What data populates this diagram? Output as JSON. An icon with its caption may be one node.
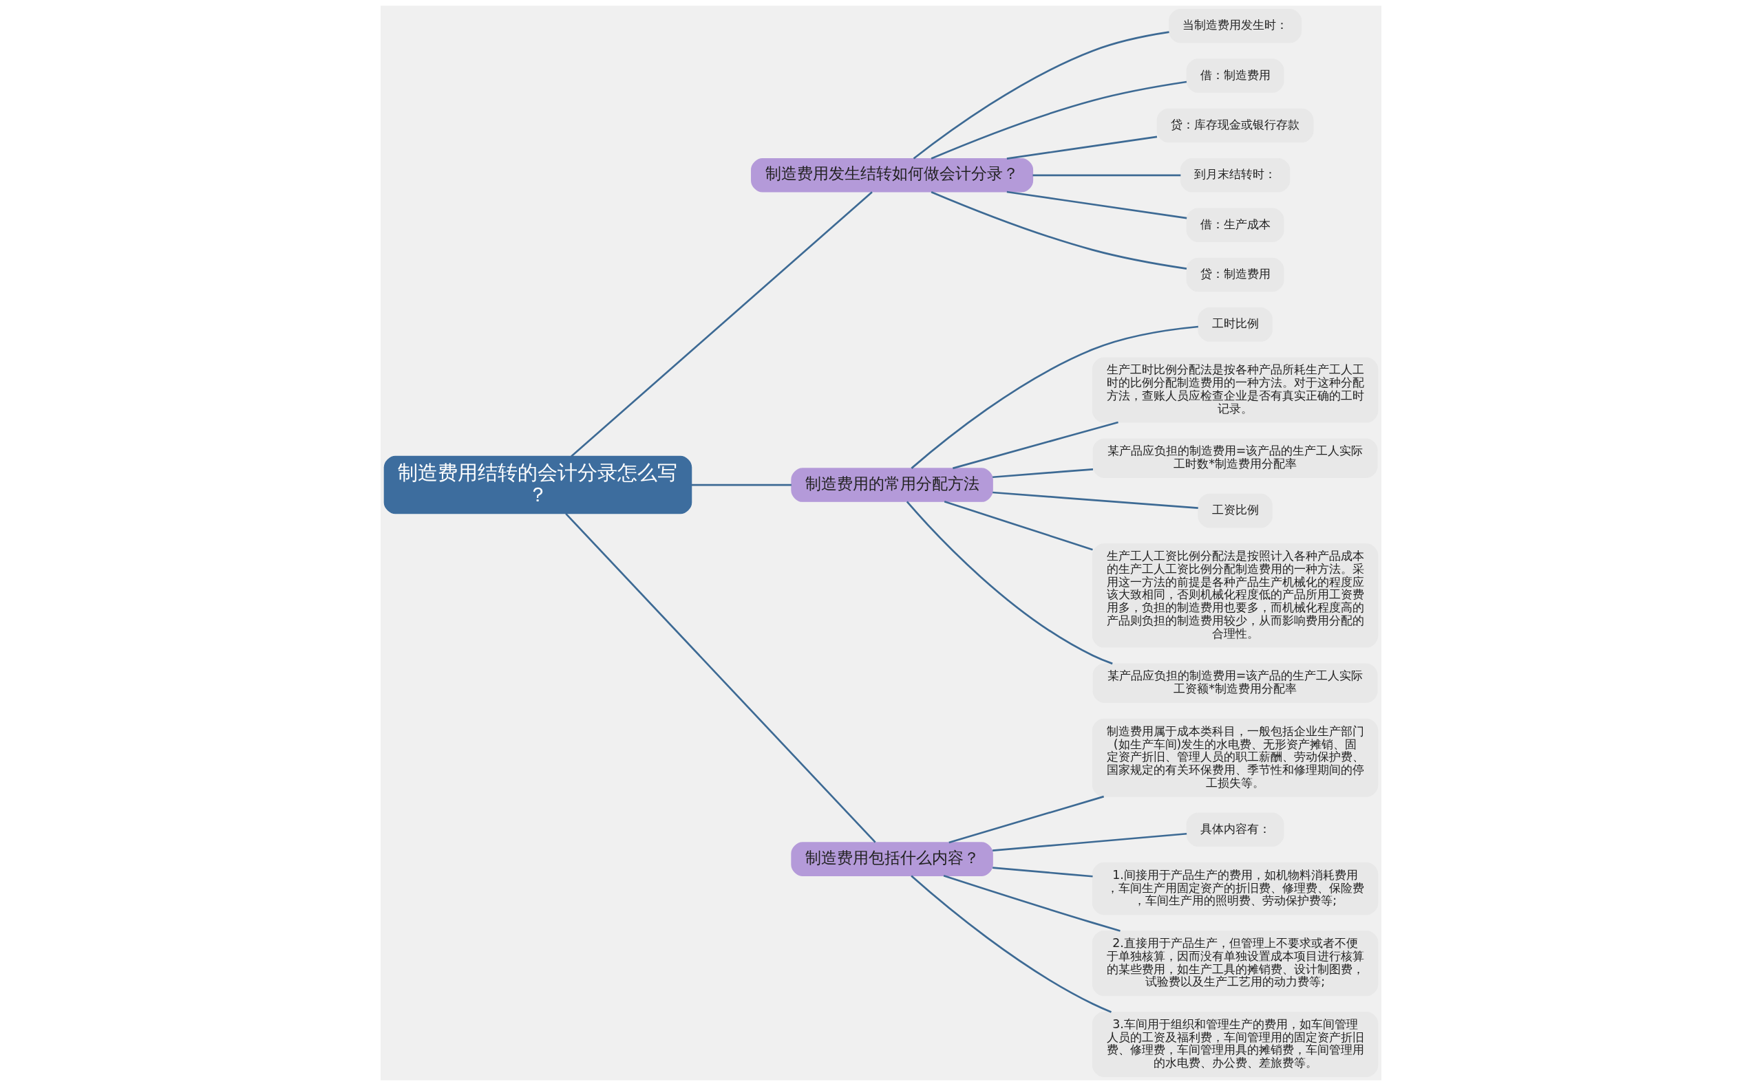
{
  "diagram": {
    "nodes": [
      {
        "text": [
          "制造费用结转的会计分录怎么写？"
        ]
      },
      {
        "text": [
          "制造费用发生结转如何做会计分录？"
        ]
      },
      {
        "text": [
          "当制造费用发生时："
        ]
      },
      {
        "text": [
          "借：制造费用"
        ]
      },
      {
        "text": [
          "贷：库存现金或银行存款"
        ]
      },
      {
        "text": [
          "到月末结转时："
        ]
      },
      {
        "text": [
          "借：生产成本"
        ]
      },
      {
        "text": [
          "贷：制造费用"
        ]
      },
      {
        "text": [
          "制造费用的常用分配方法"
        ]
      },
      {
        "text": [
          "工时比例"
        ]
      },
      {
        "text": [
          "生产工时比例分配法是按各种产品所耗生产工人工时的比例分配制造费用的一种方法。对于这种分配方法，查账人员应检查企业是否有真实正确的工时记录。"
        ]
      },
      {
        "text": [
          "某产品应负担的制造费用=该产品的生产工人实际工时数*制造费用分配率"
        ]
      },
      {
        "text": [
          "工资比例"
        ]
      },
      {
        "text": [
          "生产工人工资比例分配法是按照计入各种产品成本的生产工人工资比例分配制造费用的一种方法。采用这一方法的前提是各种产品生产机械化的程度应该大致相同，否则机械化程度低的产品所用工资费用多，负担的制造费用也要多，而机械化程度高的产品则负担的制造费用较少，从而影响费用分配的合理性。"
        ]
      },
      {
        "text": [
          "某产品应负担的制造费用=该产品的生产工人实际工资额*制造费用分配率"
        ]
      },
      {
        "text": [
          "制造费用包括什么内容？"
        ]
      },
      {
        "text": [
          "制造费用属于成本类科目，一般包括企业生产部门(如生产车间)发生的水电费、无形资产摊销、固定资产折旧、管理人员的职工薪酬、劳动保护费、国家规定的有关环保费用、季节性和修理期间的停工损失等。"
        ]
      },
      {
        "text": [
          "具体内容有："
        ]
      },
      {
        "text": [
          "1.间接用于产品生产的费用，如机物料消耗费用，车间生产用固定资产的折旧费、修理费、保险费，车间生产用的照明费、劳动保护费等;"
        ]
      },
      {
        "text": [
          "2.直接用于产品生产，但管理上不要求或者不便于单独核算，因而没有单独设置成本项目进行核算的某些费用，如生产工具的摊销费、设计制图费，试验费以及生产工艺用的动力费等;"
        ]
      },
      {
        "text": [
          "3.车间用于组织和管理生产的费用，如车间管理人员的工资及福利费，车间管理用的固定资产折旧费、修理费，车间管理用具的摊销费，车间管理用的水电费、办公费、差旅费等。"
        ]
      }
    ],
    "edges": [
      {
        "from": 0,
        "to": 1,
        "arrow": "none"
      },
      {
        "from": 1,
        "to": 2,
        "arrow": "none"
      },
      {
        "from": 1,
        "to": 3,
        "arrow": "none"
      },
      {
        "from": 1,
        "to": 4,
        "arrow": "none"
      },
      {
        "from": 1,
        "to": 5,
        "arrow": "none"
      },
      {
        "from": 1,
        "to": 6,
        "arrow": "none"
      },
      {
        "from": 1,
        "to": 7,
        "arrow": "none"
      },
      {
        "from": 0,
        "to": 8,
        "arrow": "none"
      },
      {
        "from": 8,
        "to": 9,
        "arrow": "none"
      },
      {
        "from": 8,
        "to": 10,
        "arrow": "none"
      },
      {
        "from": 8,
        "to": 11,
        "arrow": "none"
      },
      {
        "from": 8,
        "to": 12,
        "arrow": "none"
      },
      {
        "from": 8,
        "to": 13,
        "arrow": "none"
      },
      {
        "from": 8,
        "to": 14,
        "arrow": "none"
      },
      {
        "from": 0,
        "to": 15,
        "arrow": "none"
      },
      {
        "from": 15,
        "to": 16,
        "arrow": "none"
      },
      {
        "from": 15,
        "to": 17,
        "arrow": "none"
      },
      {
        "from": 15,
        "to": 18,
        "arrow": "none"
      },
      {
        "from": 15,
        "to": 19,
        "arrow": "none"
      },
      {
        "from": 15,
        "to": 20,
        "arrow": "none"
      }
    ]
  }
}
